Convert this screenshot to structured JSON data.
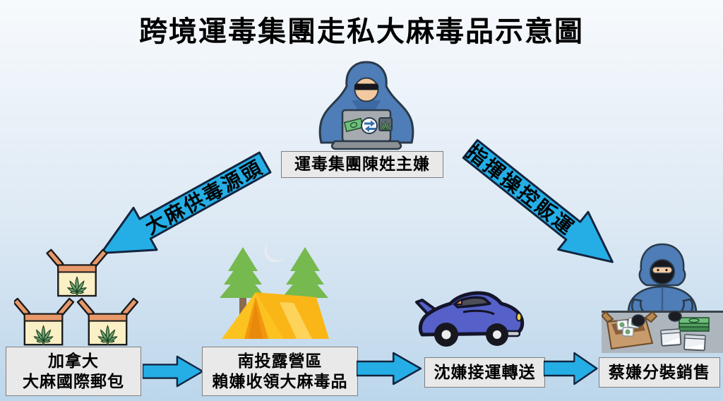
{
  "title": "跨境運毒集團走私大麻毒品示意圖",
  "colors": {
    "background_top": "#F7FAFD",
    "background_mid": "#DDE9F4",
    "background_bottom": "#BCD6EB",
    "arrow_fill": "#25AEE6",
    "arrow_outline": "#13253F",
    "label_bg": "#E9E9E9",
    "label_border": "#7F7F7F",
    "text_color": "#000000"
  },
  "nodes": {
    "mastermind": {
      "label": "運毒集團陳姓主嫌",
      "icon": "hooded-hacker-laptop-icon"
    },
    "source": {
      "line1": "加拿大",
      "line2": "大麻國際郵包",
      "icon": "cannabis-parcel-boxes-icon"
    },
    "campsite": {
      "line1": "南投露營區",
      "line2": "賴嫌收領大麻毒品",
      "icon": "night-campsite-tent-icon"
    },
    "courier": {
      "label": "沈嫌接運轉送",
      "icon": "blue-sports-car-icon"
    },
    "dealer": {
      "label": "蔡嫌分裝銷售",
      "icon": "masked-dealer-packing-icon"
    }
  },
  "arrows": {
    "supply": {
      "label": "大麻供毒源頭",
      "direction": "down-left"
    },
    "command": {
      "label": "指揮操控販運",
      "direction": "down-right"
    },
    "flow_source_to_campsite": {
      "direction": "right"
    },
    "flow_campsite_to_courier": {
      "direction": "right"
    },
    "flow_courier_to_dealer": {
      "direction": "right"
    }
  }
}
